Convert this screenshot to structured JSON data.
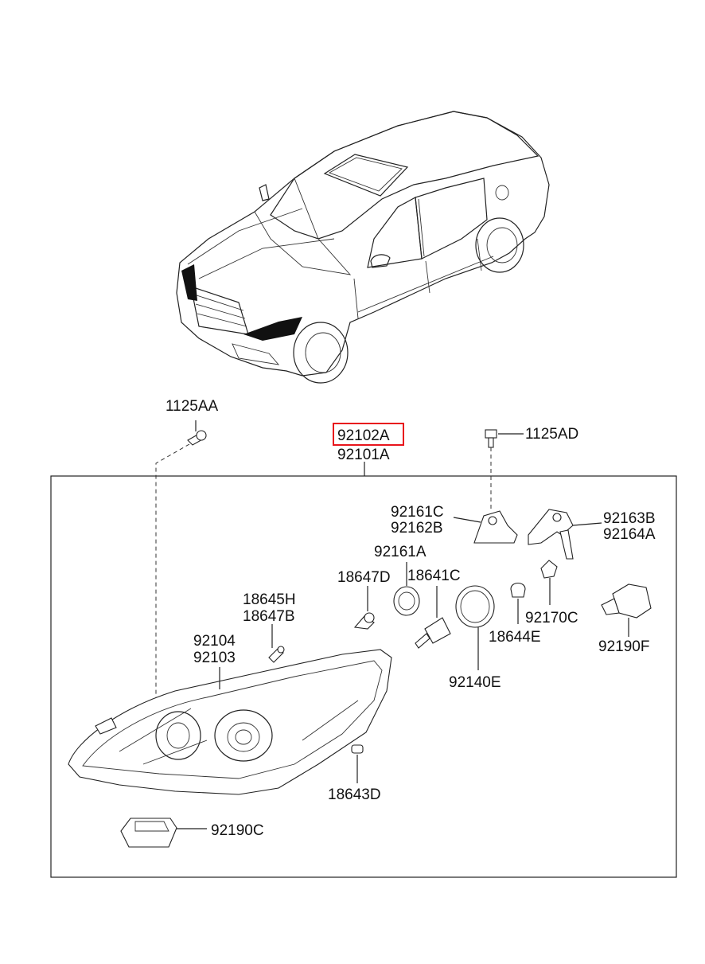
{
  "labels": {
    "bolt_aa": "1125AA",
    "assembly_a": "92102A",
    "assembly_b": "92101A",
    "bolt_ad": "1125AD",
    "c161": "92161C",
    "b162": "92162B",
    "b163": "92163B",
    "a164": "92164A",
    "a161": "92161A",
    "d18647": "18647D",
    "c18641": "18641C",
    "h18645": "18645H",
    "b18647": "18647B",
    "c92170": "92170C",
    "e18644": "18644E",
    "f92190": "92190F",
    "p92104": "92104",
    "p92103": "92103",
    "e92140": "92140E",
    "d18643": "18643D",
    "c92190": "92190C"
  },
  "highlight": {
    "target": "92102A",
    "color": "#e8141c"
  }
}
